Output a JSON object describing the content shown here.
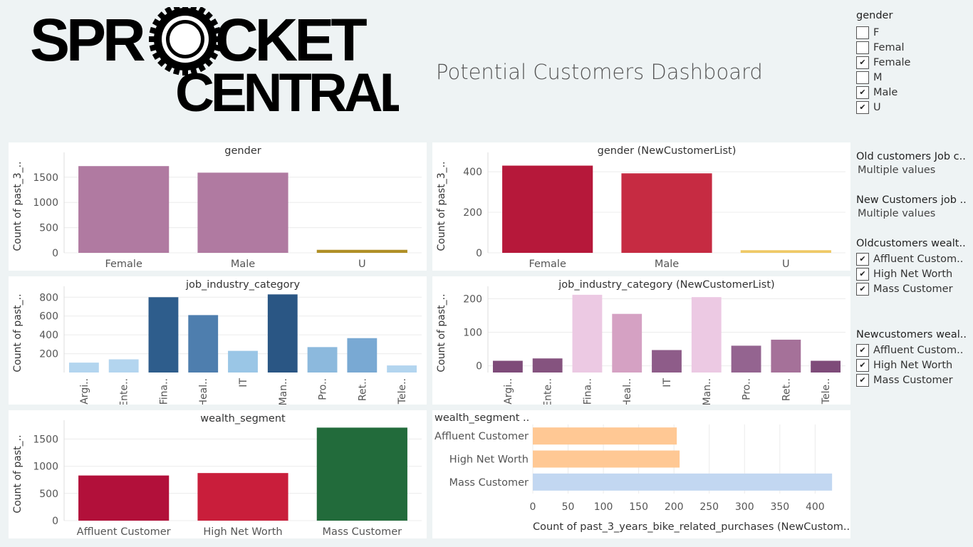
{
  "logo": {
    "line1_a": "SPR",
    "line1_b": "CKET",
    "line2": "CENTRAL"
  },
  "title": "Potential Customers Dashboard",
  "filters": {
    "gender": {
      "title": "gender",
      "options": [
        {
          "label": "F",
          "checked": false
        },
        {
          "label": "Femal",
          "checked": false
        },
        {
          "label": "Female",
          "checked": true
        },
        {
          "label": "M",
          "checked": false
        },
        {
          "label": "Male",
          "checked": true
        },
        {
          "label": "U",
          "checked": true
        }
      ]
    },
    "old_job": {
      "title": "Old customers Job c..",
      "value": "Multiple values"
    },
    "new_job": {
      "title": "New Customers job ..",
      "value": "Multiple values"
    },
    "old_wealth": {
      "title": "Oldcustomers wealt..",
      "options": [
        {
          "label": "Affluent Custom..",
          "checked": true
        },
        {
          "label": "High Net Worth",
          "checked": true
        },
        {
          "label": "Mass Customer",
          "checked": true
        }
      ]
    },
    "new_wealth": {
      "title": "Newcustomers weal..",
      "options": [
        {
          "label": "Affluent Custom..",
          "checked": true
        },
        {
          "label": "High Net Worth",
          "checked": true
        },
        {
          "label": "Mass Customer",
          "checked": true
        }
      ]
    }
  },
  "chart_data": [
    {
      "id": "c1",
      "type": "bar",
      "title": "gender",
      "ylabel": "Count of past_3_..",
      "categories": [
        "Female",
        "Male",
        "U"
      ],
      "values": [
        1720,
        1590,
        60
      ],
      "colors": [
        "#b07aa1",
        "#b07aa1",
        "#b08f26"
      ],
      "ylim": [
        0,
        1850
      ],
      "yticks": [
        0,
        500,
        1000,
        1500
      ]
    },
    {
      "id": "c2",
      "type": "bar",
      "title": "gender (NewCustomerList)",
      "ylabel": "Count of past_3_..",
      "categories": [
        "Female",
        "Male",
        "U"
      ],
      "values": [
        430,
        392,
        13
      ],
      "colors": [
        "#b6183a",
        "#c62b42",
        "#efc966"
      ],
      "ylim": [
        0,
        460
      ],
      "yticks": [
        0,
        200,
        400
      ]
    },
    {
      "id": "c3",
      "type": "bar",
      "title": "job_industry_category",
      "ylabel": "Count of past_..",
      "categories": [
        "Argi..",
        "Ente..",
        "Fina..",
        "Heal..",
        "IT",
        "Man..",
        "Pro..",
        "Ret..",
        "Tele.."
      ],
      "values": [
        105,
        140,
        800,
        610,
        230,
        830,
        270,
        365,
        75
      ],
      "colors": [
        "#b3d5ef",
        "#b3d5ef",
        "#2e5d8c",
        "#4e7eae",
        "#9ac6e6",
        "#2a5684",
        "#8cb9dd",
        "#79a9d3",
        "#b3d5ef"
      ],
      "ylim": [
        0,
        840
      ],
      "yticks": [
        200,
        400,
        600,
        800
      ],
      "rotate": true
    },
    {
      "id": "c4",
      "type": "bar",
      "title": "job_industry_category (NewCustomerList)",
      "ylabel": "Count of past_..",
      "categories": [
        "Argi..",
        "Ente..",
        "Fina..",
        "Heal..",
        "IT",
        "Man..",
        "Pro..",
        "Ret..",
        "Tele.."
      ],
      "values": [
        15,
        22,
        212,
        155,
        47,
        205,
        60,
        78,
        15
      ],
      "colors": [
        "#7e4b79",
        "#85537f",
        "#ecc9e3",
        "#d5a1c3",
        "#8e5c89",
        "#ecc9e3",
        "#946490",
        "#a57199",
        "#7e4b79"
      ],
      "ylim": [
        -20,
        216
      ],
      "yticks": [
        0,
        100,
        200
      ],
      "rotate": true
    },
    {
      "id": "c5",
      "type": "bar",
      "title": "wealth_segment",
      "ylabel": "Count of past_..",
      "categories": [
        "Affluent Customer",
        "High Net Worth",
        "Mass Customer"
      ],
      "values": [
        830,
        875,
        1710
      ],
      "colors": [
        "#b2103a",
        "#c91e3b",
        "#226b3b"
      ],
      "ylim": [
        0,
        1715
      ],
      "yticks": [
        0,
        500,
        1000,
        1500
      ]
    },
    {
      "id": "c6",
      "type": "hbar",
      "title": "wealth_segment ..",
      "xlabel": "Count of past_3_years_bike_related_purchases (NewCustom..",
      "categories": [
        "Affluent Customer",
        "High Net Worth",
        "Mass Customer"
      ],
      "values": [
        204,
        208,
        424
      ],
      "colors": [
        "#ffc894",
        "#ffc894",
        "#c2d7f1"
      ],
      "xlim": [
        0,
        440
      ],
      "xticks": [
        0,
        50,
        100,
        150,
        200,
        250,
        300,
        350,
        400
      ]
    }
  ]
}
